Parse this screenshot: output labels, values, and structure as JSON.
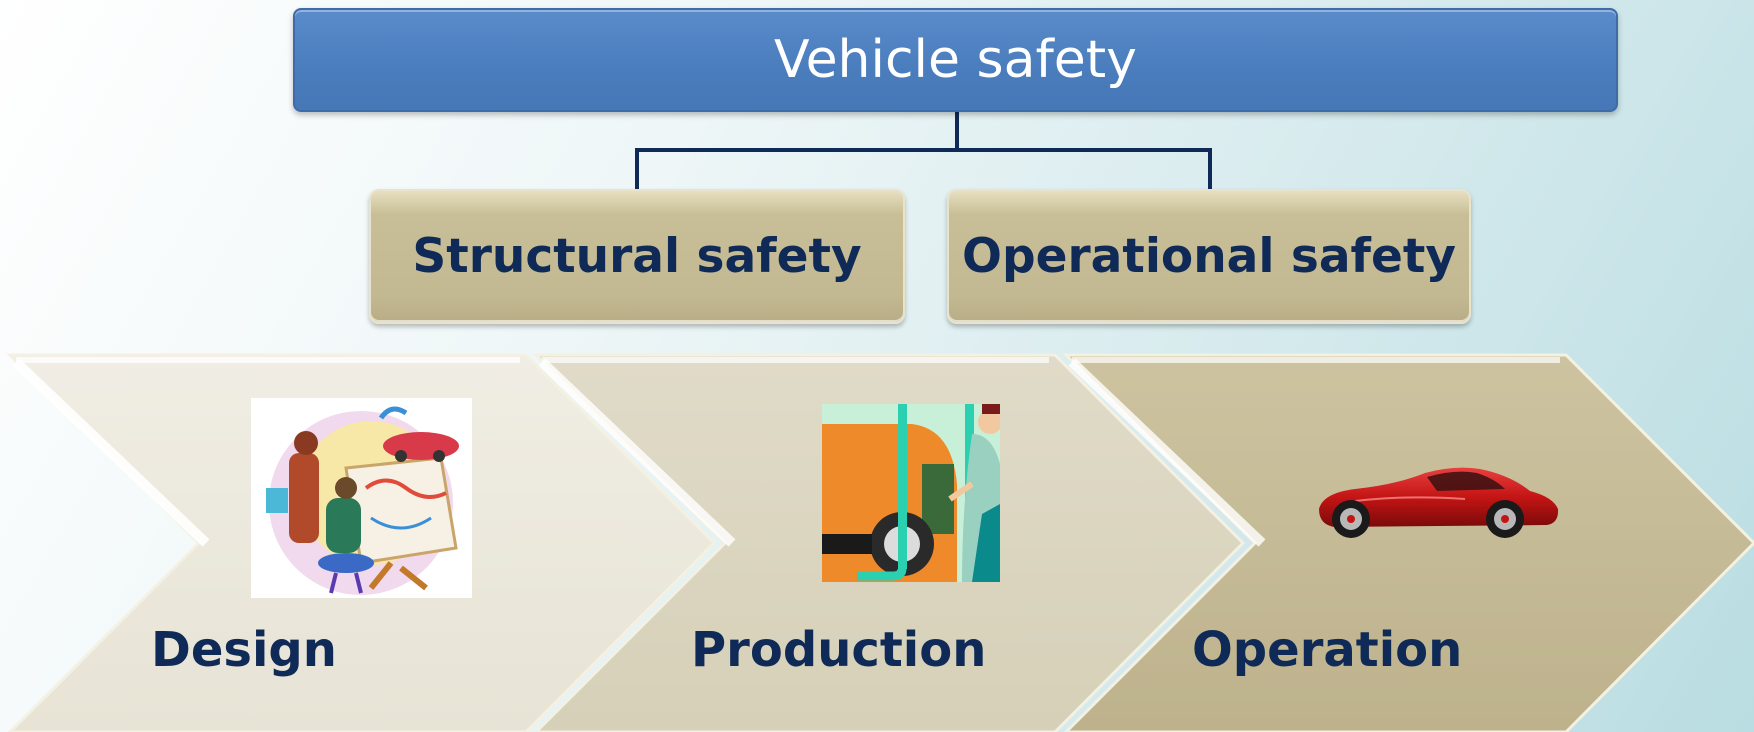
{
  "diagram": {
    "root": {
      "label": "Vehicle safety"
    },
    "branches": [
      {
        "label": "Structural safety"
      },
      {
        "label": "Operational safety"
      }
    ],
    "stages": [
      {
        "label": "Design",
        "icon": "drafting-table-icon"
      },
      {
        "label": "Production",
        "icon": "assembly-worker-icon"
      },
      {
        "label": "Operation",
        "icon": "red-sports-car-icon"
      }
    ]
  },
  "colors": {
    "root_fill": "#4f81c2",
    "branch_fill": "#c4b993",
    "text_dark": "#0f2a57",
    "connector": "#0f2a57",
    "stage_fills": [
      "#ece8dc",
      "#d9d3bd",
      "#c4b995"
    ]
  }
}
